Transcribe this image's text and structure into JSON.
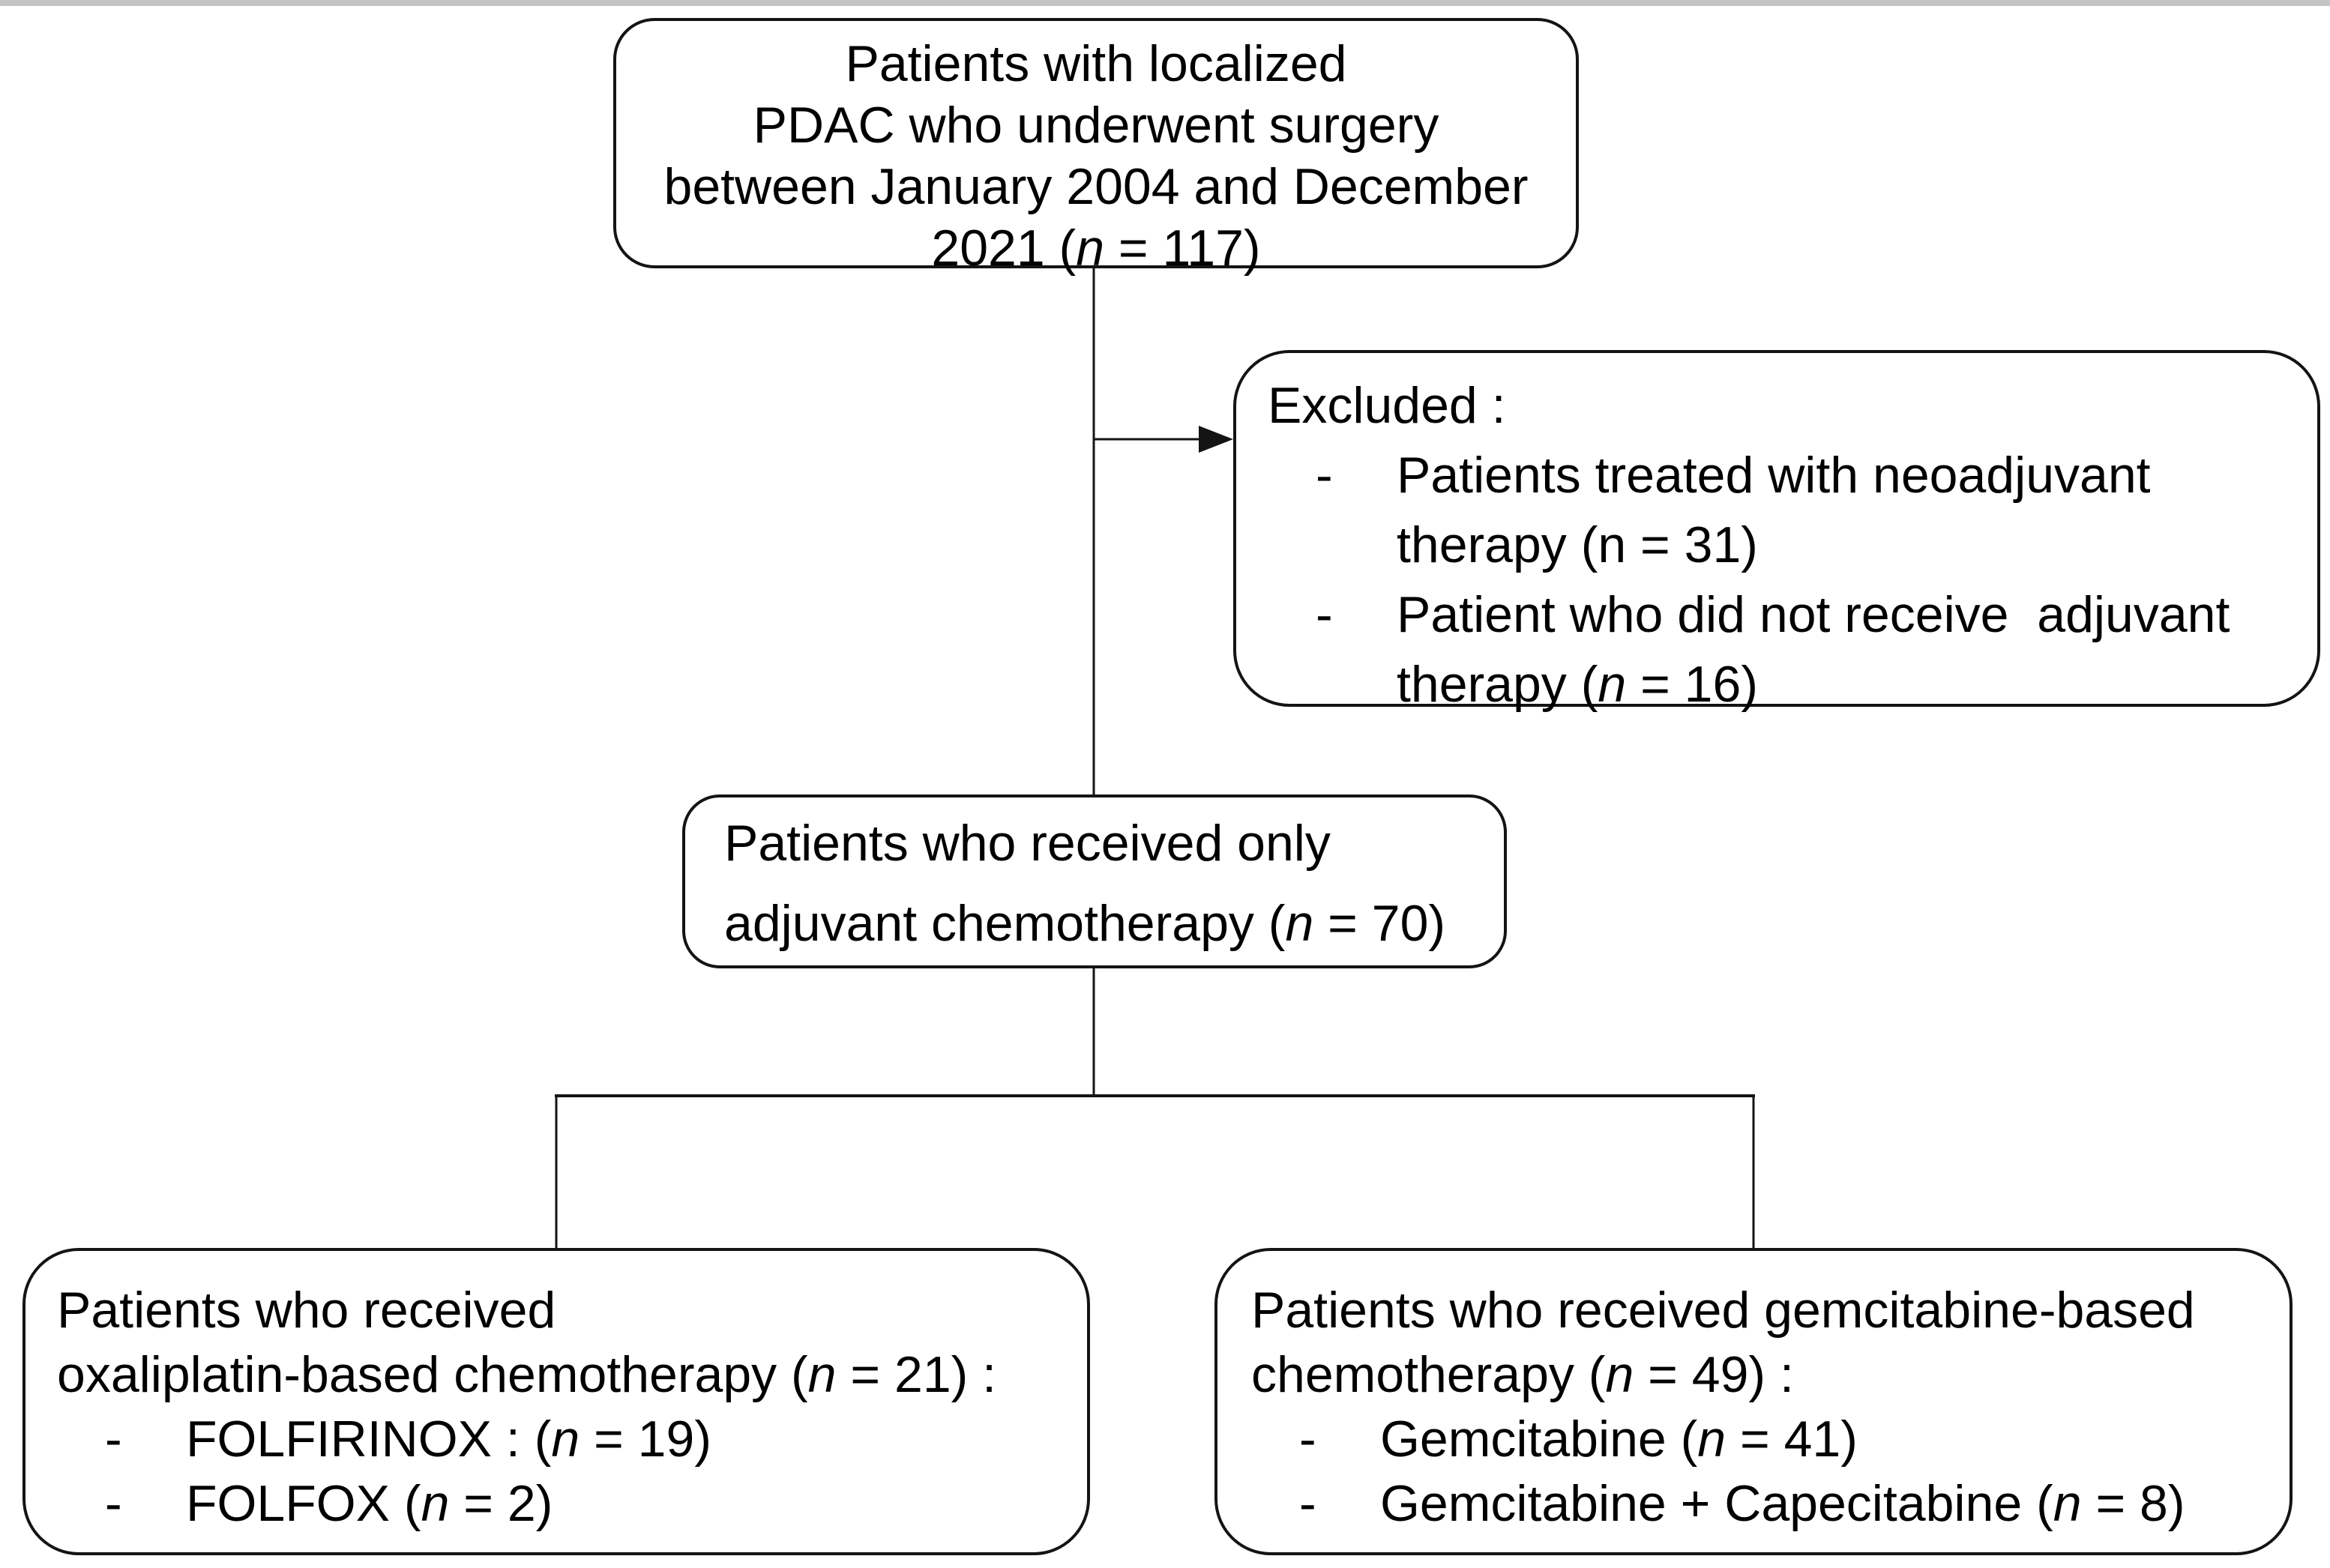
{
  "diagram": {
    "colors": {
      "ink": "#141414",
      "background": "#ffffff",
      "top_edge_artifact": "#c4c4c4"
    },
    "boxes": {
      "eligible": {
        "lines": [
          [
            {
              "t": "Patients with localized"
            }
          ],
          [
            {
              "t": "PDAC who underwent surgery"
            }
          ],
          [
            {
              "t": "between January 2004 and December"
            }
          ],
          [
            {
              "t": "2021 ("
            },
            {
              "t": "n",
              "i": true
            },
            {
              "t": " = 117)"
            }
          ]
        ]
      },
      "excluded": {
        "title": [
          {
            "t": "Excluded :"
          }
        ],
        "bullets": [
          {
            "marker": "-",
            "lines": [
              [
                {
                  "t": "Patients treated with neoadjuvant"
                }
              ],
              [
                {
                  "t": "therapy (n = 31)"
                }
              ]
            ]
          },
          {
            "marker": "-",
            "lines": [
              [
                {
                  "t": "Patient who did not receive  adjuvant"
                }
              ],
              [
                {
                  "t": "therapy ("
                },
                {
                  "t": "n",
                  "i": true
                },
                {
                  "t": " = 16)"
                }
              ]
            ]
          }
        ]
      },
      "adjuvant": {
        "lines": [
          [
            {
              "t": "Patients who received only"
            }
          ],
          [
            {
              "t": "adjuvant chemotherapy ("
            },
            {
              "t": "n",
              "i": true
            },
            {
              "t": " = 70)"
            }
          ]
        ]
      },
      "oxaliplatin": {
        "lines": [
          [
            {
              "t": "Patients who received"
            }
          ],
          [
            {
              "t": "oxaliplatin-based chemotherapy ("
            },
            {
              "t": "n",
              "i": true
            },
            {
              "t": " = 21) :"
            }
          ]
        ],
        "bullets": [
          {
            "marker": "-",
            "lines": [
              [
                {
                  "t": "FOLFIRINOX : ("
                },
                {
                  "t": "n",
                  "i": true
                },
                {
                  "t": " = 19)"
                }
              ]
            ]
          },
          {
            "marker": "-",
            "lines": [
              [
                {
                  "t": "FOLFOX ("
                },
                {
                  "t": "n",
                  "i": true
                },
                {
                  "t": " = 2)"
                }
              ]
            ]
          }
        ]
      },
      "gemcitabine": {
        "lines": [
          [
            {
              "t": "Patients who received gemcitabine-based"
            }
          ],
          [
            {
              "t": "chemotherapy ("
            },
            {
              "t": "n",
              "i": true
            },
            {
              "t": " = 49) :"
            }
          ]
        ],
        "bullets": [
          {
            "marker": "-",
            "lines": [
              [
                {
                  "t": "Gemcitabine ("
                },
                {
                  "t": "n",
                  "i": true
                },
                {
                  "t": " = 41)"
                }
              ]
            ]
          },
          {
            "marker": "-",
            "lines": [
              [
                {
                  "t": "Gemcitabine + Capecitabine ("
                },
                {
                  "t": "n",
                  "i": true
                },
                {
                  "t": " = 8)"
                }
              ]
            ]
          }
        ]
      }
    }
  }
}
